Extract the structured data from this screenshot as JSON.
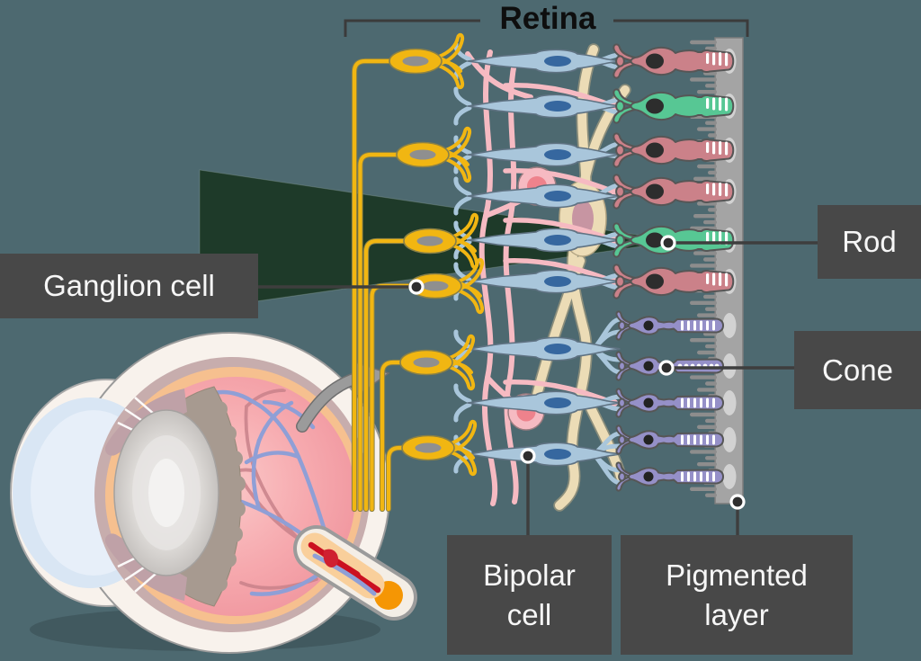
{
  "title": {
    "text": "Retina"
  },
  "labels": {
    "ganglion": {
      "text": "Ganglion cell"
    },
    "rod": {
      "text": "Rod"
    },
    "cone": {
      "text": "Cone"
    },
    "bipolar": {
      "line1": "Bipolar",
      "line2": "cell"
    },
    "pigmented": {
      "line1": "Pigmented",
      "line2": "layer"
    }
  },
  "colors": {
    "background": "#4d6970",
    "label_box": "#484848",
    "label_text": "#f7f7f7",
    "light_wedge": "#1e3a29",
    "ganglion_yellow": "#f1b612",
    "bipolar_blue": "#a9c6db",
    "bipolar_nucleus": "#36679f",
    "amacrine_pink": "#f6bac2",
    "muller_cream": "#ecdcb6",
    "rod_pink": "#cb8189",
    "rod_green": "#57c794",
    "cone_purple": "#9590c8",
    "pigmented_gray": "#a4a4a4",
    "connector": "#3e3e3e"
  }
}
